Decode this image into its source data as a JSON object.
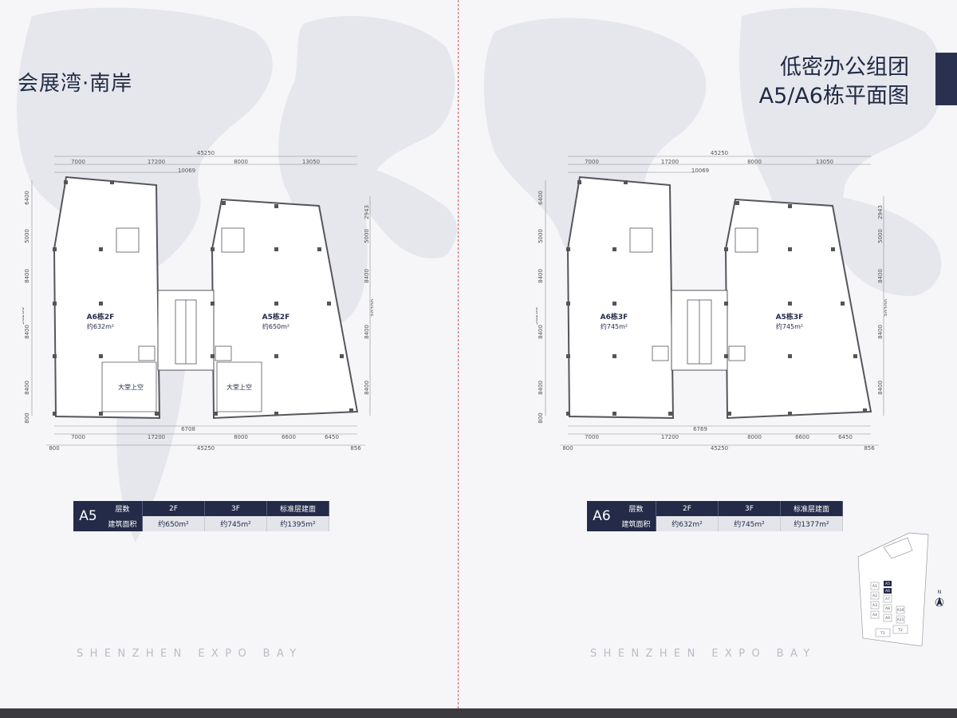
{
  "brand": "会展湾·南岸",
  "title": {
    "line1": "低密办公组团",
    "line2": "A5/A6栋平面图"
  },
  "tagline": "SHENZHEN EXPO BAY",
  "left_plan": {
    "dims_top_total": "45250",
    "dims_top": [
      "7000",
      "17200",
      "8000",
      "13050"
    ],
    "dims_top_inner": "10069",
    "dims_left": [
      "6400",
      "5000",
      "8400",
      "30200",
      "8400",
      "8400",
      "800"
    ],
    "dims_right": [
      "2943",
      "5000",
      "8400",
      "30200",
      "8400",
      "8400"
    ],
    "dims_bottom_mid": "6708",
    "dims_bottom": [
      "7000",
      "17200",
      "8000",
      "6600",
      "6450"
    ],
    "dims_bottom_total": "45250",
    "dims_bottom_edge_left": "800",
    "dims_bottom_edge_right": "856",
    "unit_a6": {
      "name": "A6栋2F",
      "area": "约632m²"
    },
    "unit_a5": {
      "name": "A5栋2F",
      "area": "约650m²"
    },
    "atrium_label": "大堂上空"
  },
  "right_plan": {
    "dims_top_total": "45250",
    "dims_top": [
      "7000",
      "17200",
      "8000",
      "13050"
    ],
    "dims_top_inner": "10069",
    "dims_left": [
      "6400",
      "5000",
      "8400",
      "30200",
      "8400",
      "8400",
      "800"
    ],
    "dims_right": [
      "2943",
      "5000",
      "8400",
      "30200",
      "8400",
      "8400"
    ],
    "dims_bottom_mid": "6769",
    "dims_bottom": [
      "7000",
      "17200",
      "8000",
      "6600",
      "6450"
    ],
    "dims_bottom_total": "45250",
    "dims_bottom_edge_left": "800",
    "dims_bottom_edge_right": "856",
    "unit_a6": {
      "name": "A6栋3F",
      "area": "约745m²"
    },
    "unit_a5": {
      "name": "A5栋3F",
      "area": "约745m²"
    }
  },
  "table_a5": {
    "code": "A5",
    "headers": [
      "层数",
      "2F",
      "3F",
      "标准层建面"
    ],
    "row_label": "建筑面积",
    "values": [
      "约650m²",
      "约745m²",
      "约1395m²"
    ]
  },
  "table_a6": {
    "code": "A6",
    "headers": [
      "层数",
      "2F",
      "3F",
      "标准层建面"
    ],
    "row_label": "建筑面积",
    "values": [
      "约632m²",
      "约745m²",
      "约1377m²"
    ]
  },
  "site_map": {
    "north": "N",
    "labels": [
      "A5",
      "A6",
      "A1",
      "A2",
      "A3",
      "A4",
      "A7",
      "A8",
      "A9",
      "A10",
      "A11",
      "T1",
      "T2"
    ]
  },
  "colors": {
    "navy": "#242b48",
    "divider": "#e05058",
    "map": "#e4e5ea",
    "plan_line": "#55565c"
  }
}
